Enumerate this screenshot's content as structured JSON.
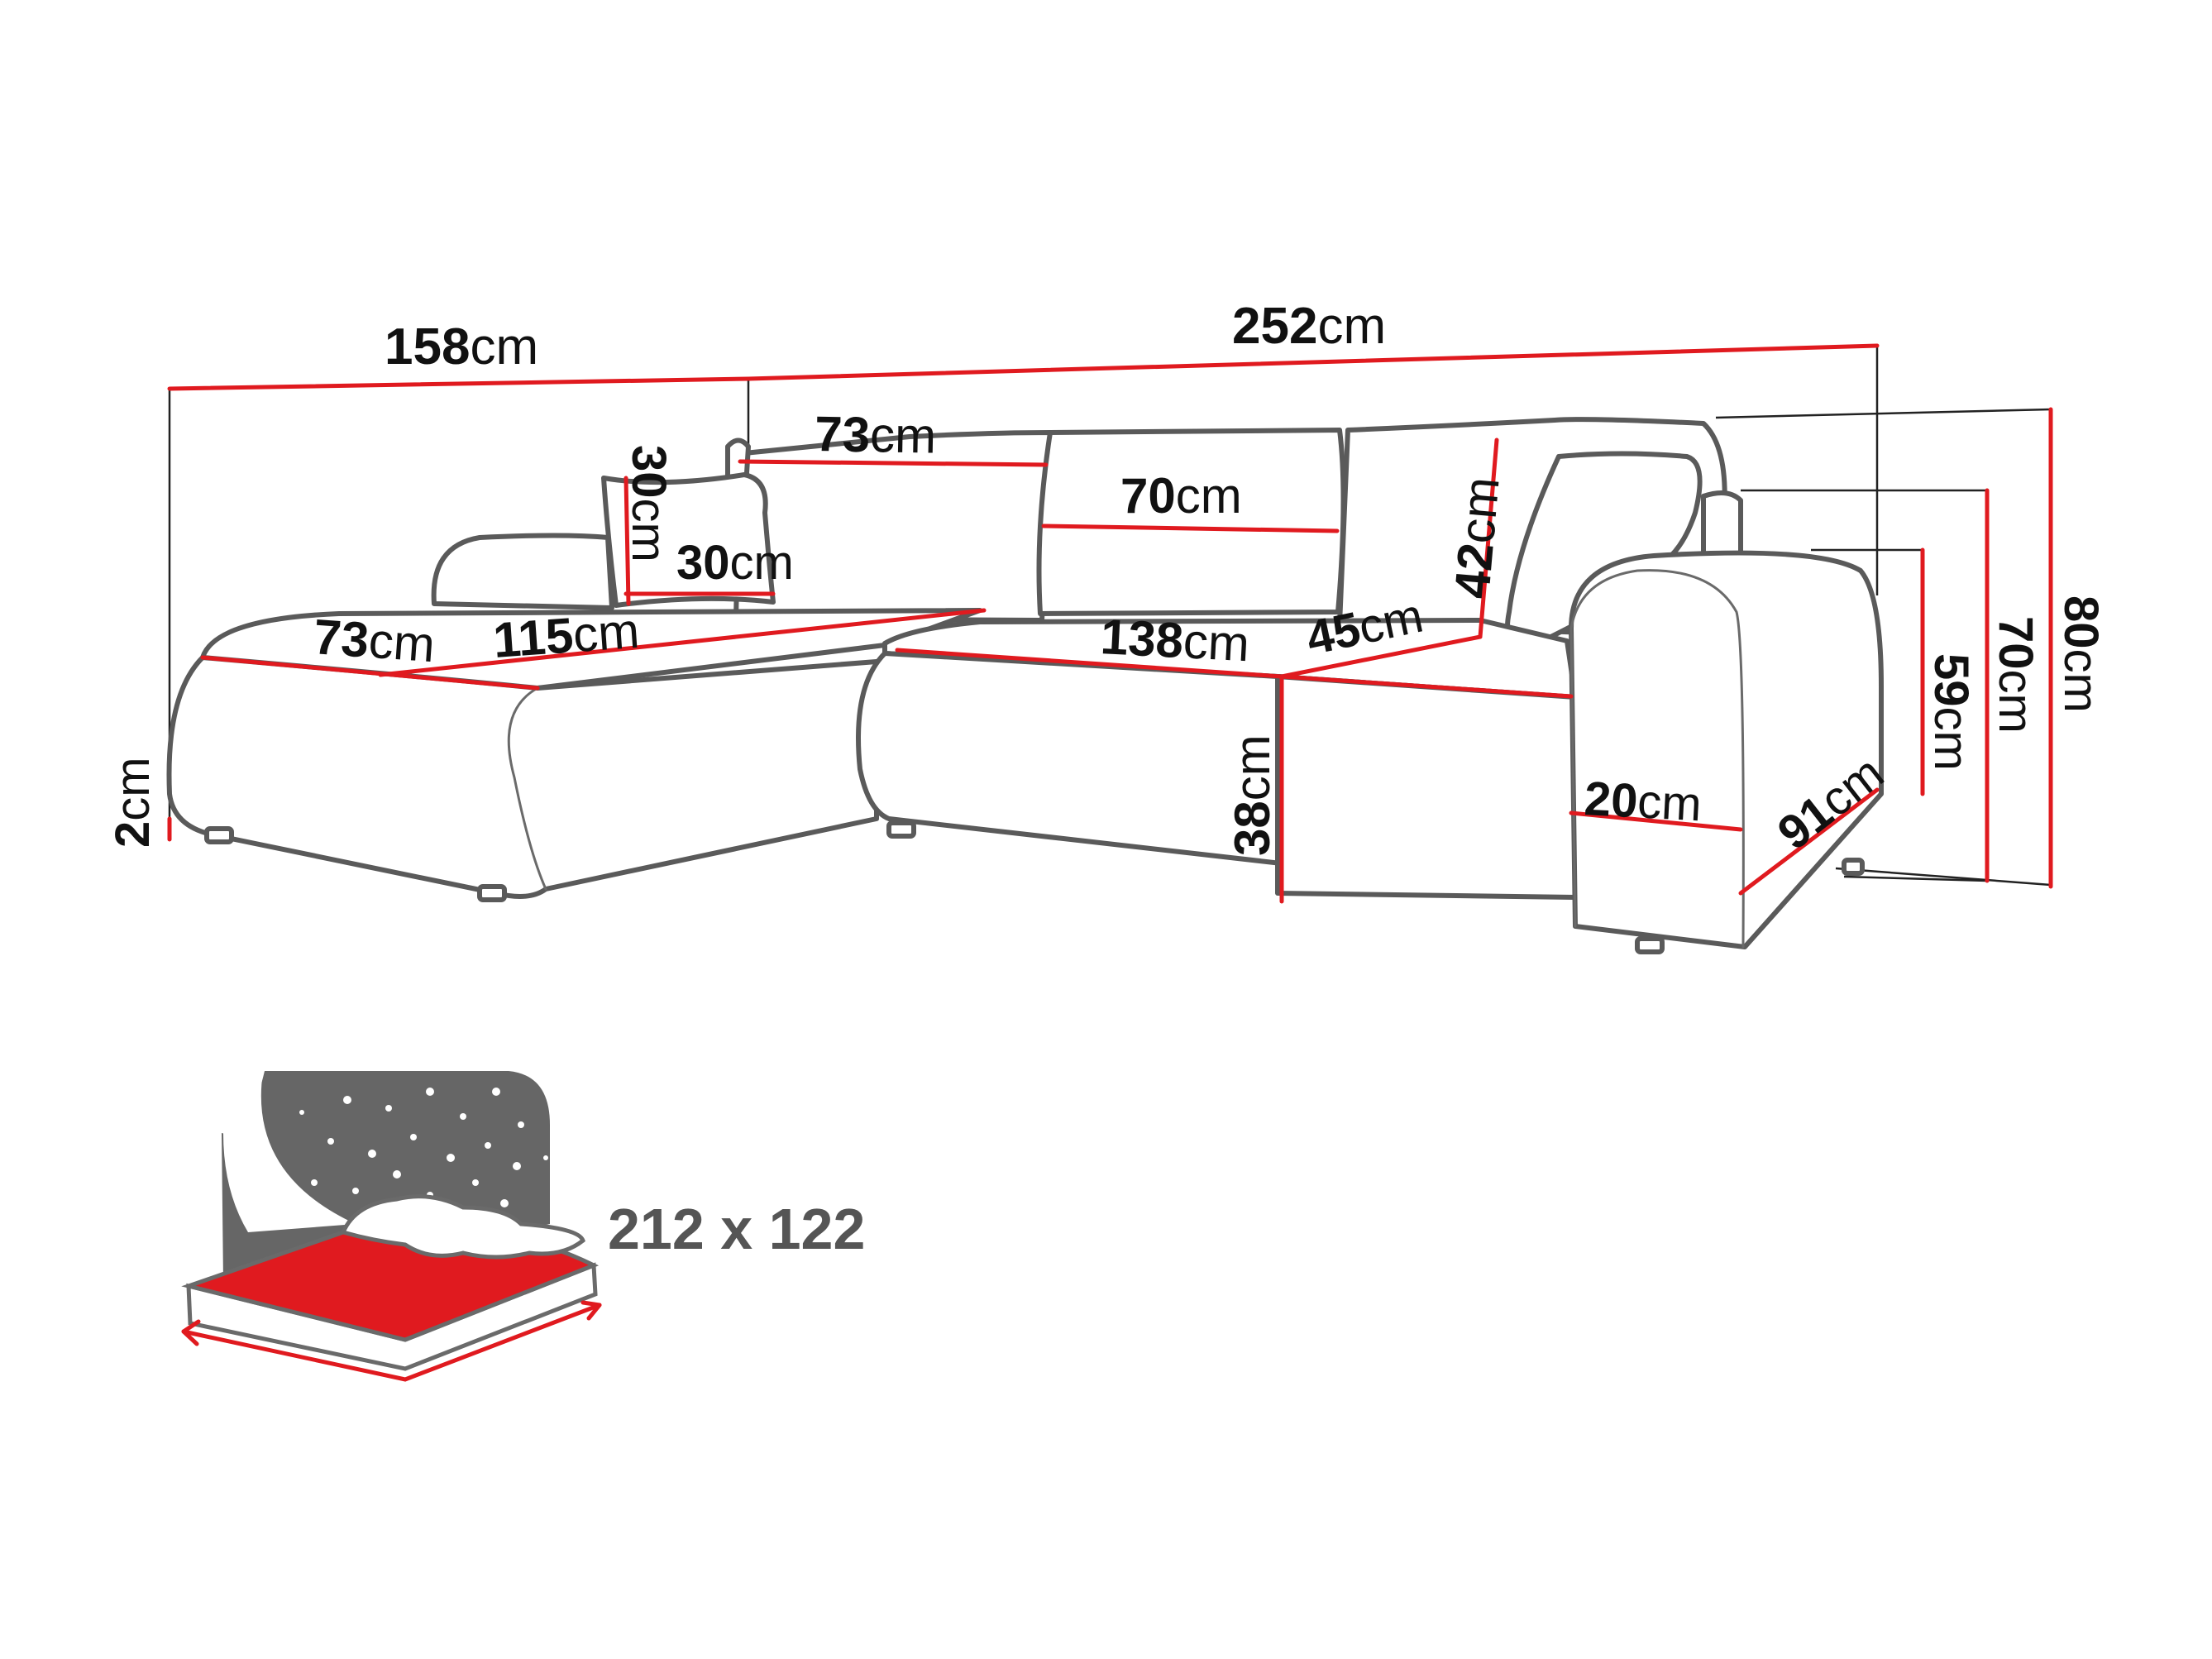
{
  "colors": {
    "accent": "#e01a1f",
    "outline": "#5a5a5a",
    "bed_dark": "#666666"
  },
  "unit": "cm",
  "dimensions": {
    "total_left_width": "158",
    "total_width": "252",
    "cushion_top_left": "73",
    "back_cushion": "70",
    "pillow_height": "30",
    "pillow_width": "30",
    "chaise_depth": "73",
    "chaise_length": "115",
    "seat_width": "138",
    "seat_depth": "45",
    "back_height": "42",
    "seat_height": "38",
    "leg_height": "2",
    "armrest_width": "20",
    "depth": "91",
    "armrest_height": "59",
    "height_cushion": "70",
    "total_height": "80"
  },
  "sleeping_area": {
    "label": "212 x 122"
  },
  "icons": [
    "sofa-drawing",
    "bed-icon",
    "pillow-icon"
  ]
}
